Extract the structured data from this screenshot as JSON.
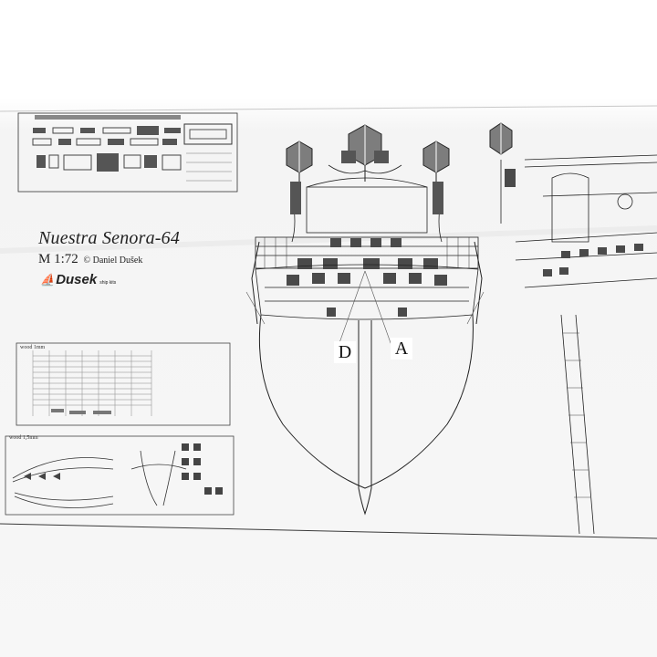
{
  "plan": {
    "title": "Nuestra Senora-64",
    "scale": "M 1:72",
    "copyright_author": "© Daniel Dušek",
    "logo_text": "Dusek",
    "logo_subtext": "ship kits",
    "sheet_wood_1mm_label": "wood 1mm",
    "sheet_wood_15mm_label": "wood 1,5mm",
    "stern_marker_left": "D",
    "stern_marker_right": "A"
  },
  "colors": {
    "paper": "#ffffff",
    "ink": "#222222",
    "lantern_fill": "#7d7d7d",
    "window_fill": "#4a4a4a"
  }
}
